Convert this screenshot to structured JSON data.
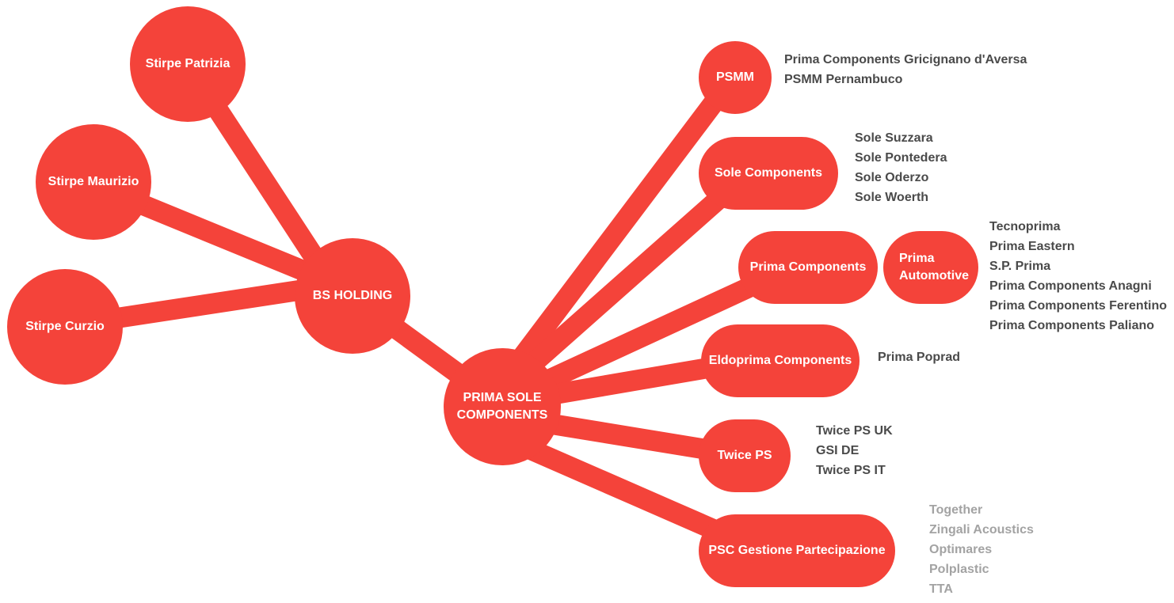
{
  "colors": {
    "node": "#f4433a",
    "edge": "#f4433a",
    "text": "#4a4a4a",
    "muted": "#a3a3a3"
  },
  "owners": [
    "Stirpe Patrizia",
    "Stirpe Maurizio",
    "Stirpe Curzio"
  ],
  "holding": "BS HOLDING",
  "core": {
    "line1": "PRIMA SOLE",
    "line2": "COMPONENTS"
  },
  "divisions": {
    "psmm": {
      "label": "PSMM",
      "subs": [
        "Prima Components Gricignano d'Aversa",
        "PSMM Pernambuco"
      ]
    },
    "sole": {
      "label": "Sole Components",
      "subs": [
        "Sole Suzzara",
        "Sole Pontedera",
        "Sole Oderzo",
        "Sole Woerth"
      ]
    },
    "prima": {
      "label": "Prima Components"
    },
    "automotive": {
      "line1": "Prima",
      "line2": "Automotive",
      "subs": [
        "Tecnoprima",
        "Prima Eastern",
        "S.P. Prima",
        "Prima Components Anagni",
        "Prima Components Ferentino",
        "Prima Components Paliano"
      ]
    },
    "eldoprima": {
      "label": "Eldoprima Components",
      "subs": [
        "Prima Poprad"
      ]
    },
    "twice": {
      "label": "Twice PS",
      "subs": [
        "Twice PS UK",
        "GSI DE",
        "Twice PS IT"
      ]
    },
    "psc": {
      "label": "PSC Gestione Partecipazione",
      "subs": [
        "Together",
        "Zingali Acoustics",
        "Optimares",
        "Polplastic",
        "TTA"
      ]
    }
  }
}
